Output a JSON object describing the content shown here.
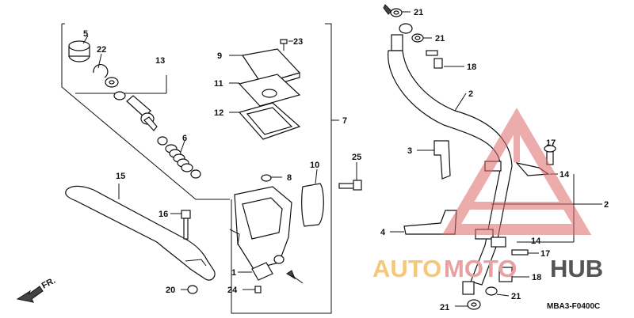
{
  "diagram_code": "MBA3-F0400C",
  "direction_label": "FR.",
  "watermark": {
    "part1": "AUTO",
    "part2": "MOTO",
    "part3": "HUB"
  },
  "labels": {
    "l1": "1",
    "l2a": "2",
    "l2b": "2",
    "l3": "3",
    "l4": "4",
    "l5": "5",
    "l6": "6",
    "l7": "7",
    "l8": "8",
    "l9": "9",
    "l10": "10",
    "l11": "11",
    "l12": "12",
    "l13": "13",
    "l14a": "14",
    "l14b": "14",
    "l15": "15",
    "l16": "16",
    "l17a": "17",
    "l17b": "17",
    "l18a": "18",
    "l18b": "18",
    "l20": "20",
    "l21a": "21",
    "l21b": "21",
    "l21c": "21",
    "l21d": "21",
    "l22": "22",
    "l23": "23",
    "l24": "24",
    "l25": "25"
  }
}
